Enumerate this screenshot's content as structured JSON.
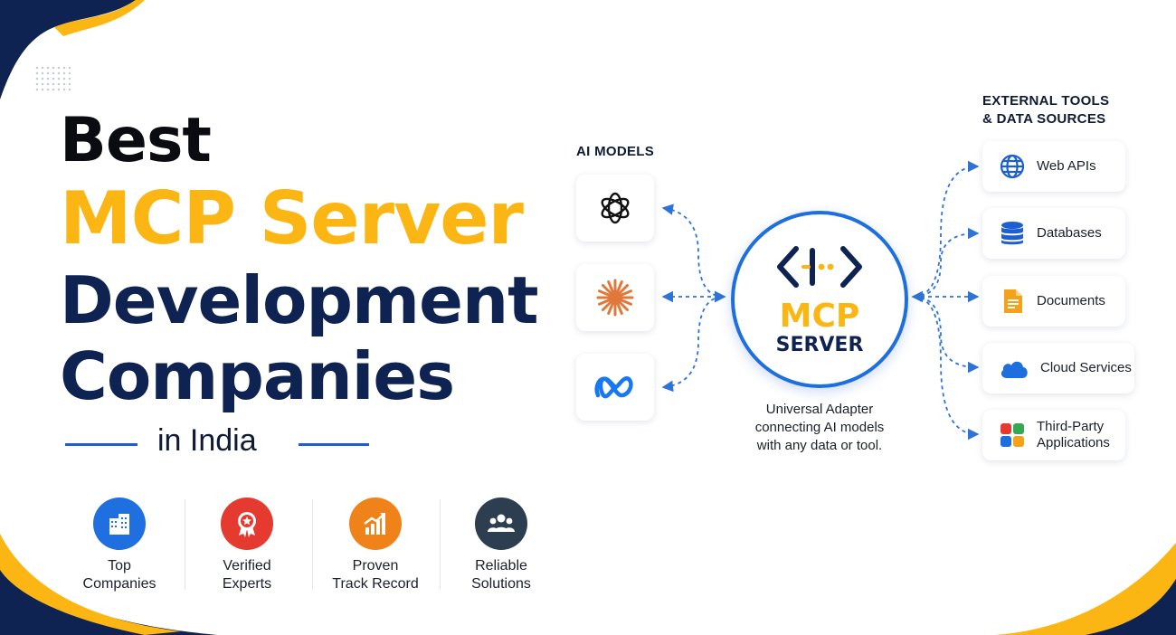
{
  "headline": {
    "line1": "Best",
    "line2": "MCP Server",
    "line3": "Development",
    "line4": "Companies",
    "line5": "in India"
  },
  "features": [
    {
      "icon": "building-icon",
      "color": "#1f6fe0",
      "line1": "Top",
      "line2": "Companies"
    },
    {
      "icon": "award-badge-icon",
      "color": "#e53a2f",
      "line1": "Verified",
      "line2": "Experts"
    },
    {
      "icon": "growth-chart-icon",
      "color": "#f0821a",
      "line1": "Proven",
      "line2": "Track Record"
    },
    {
      "icon": "team-icon",
      "color": "#2c3e50",
      "line1": "Reliable",
      "line2": "Solutions"
    }
  ],
  "diagram": {
    "models_title": "AI MODELS",
    "models": [
      {
        "icon": "openai-logo-icon"
      },
      {
        "icon": "claude-logo-icon"
      },
      {
        "icon": "meta-logo-icon"
      }
    ],
    "server": {
      "line1": "MCP",
      "line2": "SERVER"
    },
    "caption": {
      "line1": "Universal Adapter",
      "line2": "connecting AI models",
      "line3": "with any data or tool."
    },
    "tools_title": {
      "line1": "EXTERNAL TOOLS",
      "line2": "& DATA SOURCES"
    },
    "tools": [
      {
        "icon": "globe-icon",
        "line1": "Web APIs",
        "line2": ""
      },
      {
        "icon": "database-icon",
        "line1": "Databases",
        "line2": ""
      },
      {
        "icon": "document-icon",
        "line1": "Documents",
        "line2": ""
      },
      {
        "icon": "cloud-icon",
        "line1": "Cloud Services",
        "line2": ""
      },
      {
        "icon": "apps-grid-icon",
        "line1": "Third-Party",
        "line2": "Applications"
      }
    ]
  },
  "colors": {
    "accent_yellow": "#fbb613",
    "navy": "#0f2352",
    "blue": "#1d6fe0",
    "connector": "#2f73d9"
  }
}
